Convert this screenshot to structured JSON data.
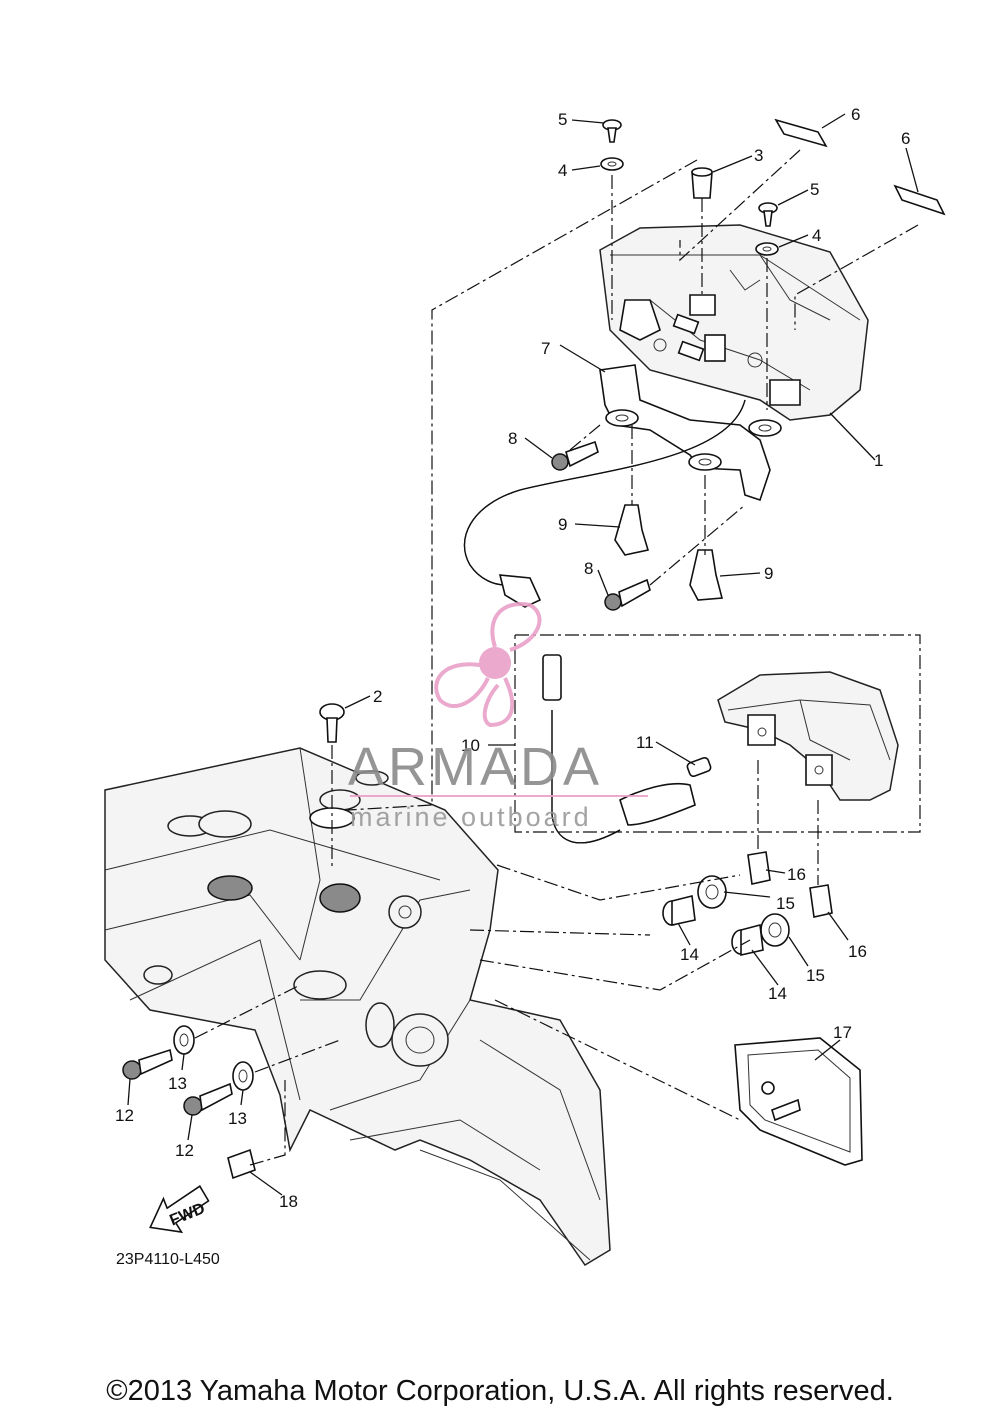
{
  "diagram": {
    "callouts": [
      "1",
      "2",
      "3",
      "4",
      "4",
      "5",
      "5",
      "6",
      "6",
      "7",
      "8",
      "8",
      "9",
      "9",
      "10",
      "11",
      "12",
      "12",
      "13",
      "13",
      "14",
      "14",
      "15",
      "15",
      "16",
      "16",
      "17",
      "18"
    ],
    "fwd_label": "FWD",
    "diagram_code": "23P4110-L450"
  },
  "watermark": {
    "brand": "ARMADA",
    "tagline": "marine outboard",
    "color": "#e8a0c8",
    "text_color": "#8a8a8a"
  },
  "copyright": "©2013 Yamaha Motor Corporation, U.S.A. All rights reserved."
}
